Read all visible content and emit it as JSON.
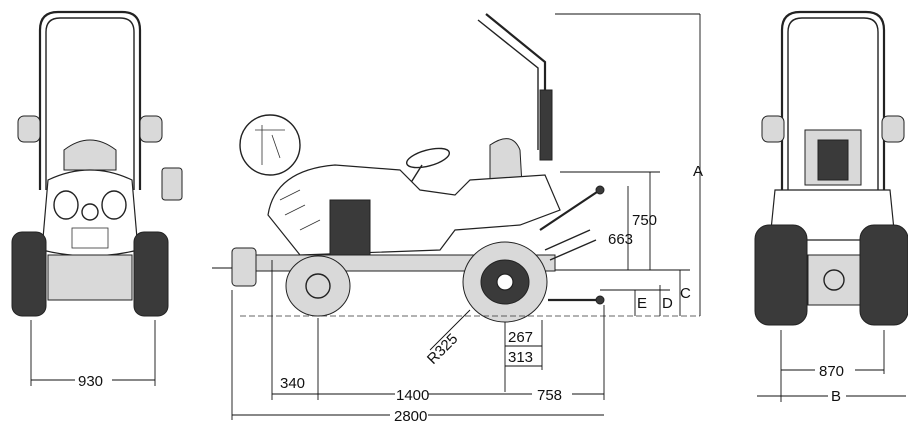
{
  "front_view": {
    "track_width": "930"
  },
  "side_view": {
    "dim_750": "750",
    "dim_663": "663",
    "dim_A": "A",
    "dim_C": "C",
    "dim_D": "D",
    "dim_E": "E",
    "radius": "R325",
    "dim_267": "267",
    "dim_313": "313",
    "front_overhang": "340",
    "wheelbase": "1400",
    "rear_overhang": "758",
    "overall_length": "2800"
  },
  "rear_view": {
    "track_width": "870",
    "overall_width": "B"
  }
}
